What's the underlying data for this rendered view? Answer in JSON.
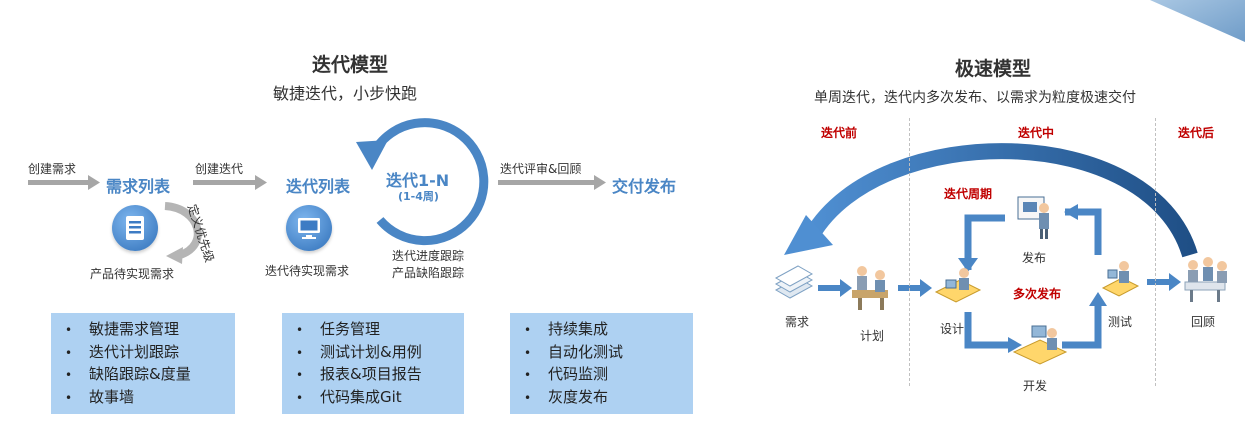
{
  "iteration_model": {
    "title": "迭代模型",
    "subtitle": "敏捷迭代，小步快跑",
    "steps": {
      "create_req": "创建需求",
      "req_list": "需求列表",
      "create_iter": "创建迭代",
      "iter_list": "迭代列表",
      "iter_cycle": "迭代1-N",
      "iter_period": "(1-4周)",
      "review": "迭代评审&回顾",
      "deliver": "交付发布",
      "define_priority": "定义优先级",
      "product_pending": "产品待实现需求",
      "iter_pending": "迭代待实现需求",
      "tracking_1": "迭代进度跟踪",
      "tracking_2": "产品缺陷跟踪"
    },
    "boxes": [
      [
        "敏捷需求管理",
        "迭代计划跟踪",
        "缺陷跟踪&度量",
        "故事墙"
      ],
      [
        "任务管理",
        "测试计划&用例",
        "报表&项目报告",
        "代码集成Git"
      ],
      [
        "持续集成",
        "自动化测试",
        "代码监测",
        "灰度发布"
      ]
    ]
  },
  "rapid_model": {
    "title": "极速模型",
    "subtitle": "单周迭代，迭代内多次发布、以需求为粒度极速交付",
    "phases": [
      "迭代前",
      "迭代中",
      "迭代后"
    ],
    "iter_cycle_label": "迭代周期",
    "multi_release_label": "多次发布",
    "nodes": {
      "req": "需求",
      "plan": "计划",
      "design": "设计",
      "release": "发布",
      "dev": "开发",
      "test": "测试",
      "retro": "回顾"
    }
  },
  "colors": {
    "accent_blue": "#4a86c5",
    "box_fill": "#aed1f2",
    "phase_red": "#c00000",
    "gray_arrow": "#a6a6a6"
  }
}
